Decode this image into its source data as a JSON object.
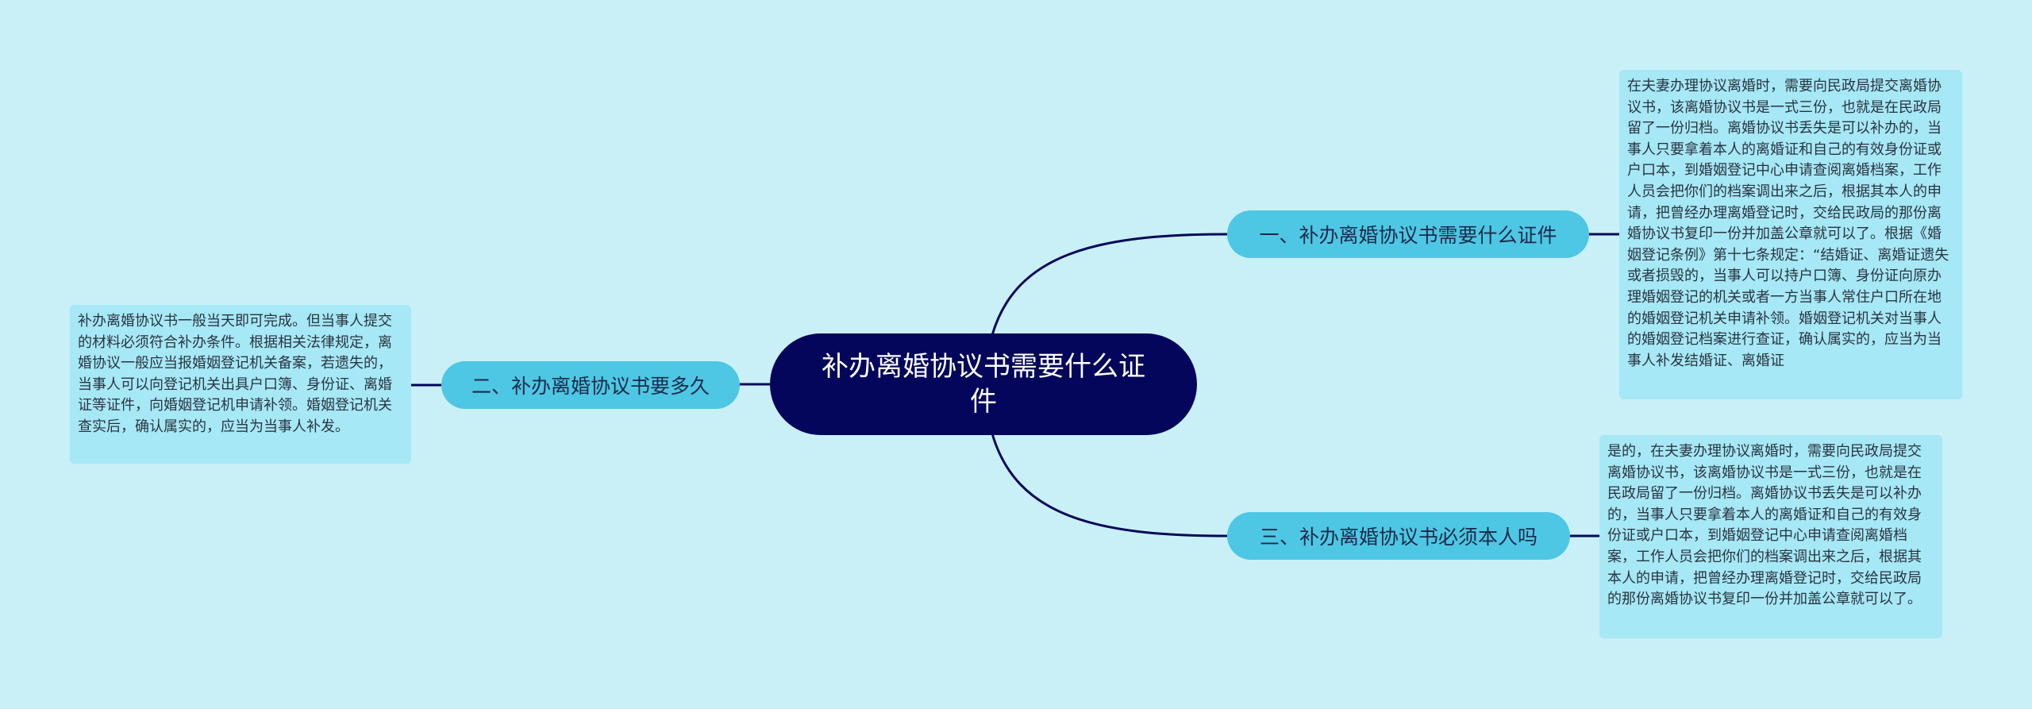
{
  "root": {
    "title": "补办离婚协议书需要什么证件"
  },
  "branches": [
    {
      "label": "一、补办离婚协议书需要什么证件"
    },
    {
      "label": "二、补办离婚协议书要多久"
    },
    {
      "label": "三、补办离婚协议书必须本人吗"
    }
  ],
  "notes": [
    {
      "text": "在夫妻办理协议离婚时，需要向民政局提交离婚协议书，该离婚协议书是一式三份，也就是在民政局留了一份归档。离婚协议书丢失是可以补办的，当事人只要拿着本人的离婚证和自己的有效身份证或户口本，到婚姻登记中心申请查阅离婚档案，工作人员会把你们的档案调出来之后，根据其本人的申请，把曾经办理离婚登记时，交给民政局的那份离婚协议书复印一份并加盖公章就可以了。根据《婚姻登记条例》第十七条规定：“结婚证、离婚证遗失或者损毁的，当事人可以持户口簿、身份证向原办理婚姻登记的机关或者一方当事人常住户口所在地的婚姻登记机关申请补领。婚姻登记机关对当事人的婚姻登记档案进行查证，确认属实的，应当为当事人补发结婚证、离婚证"
    },
    {
      "text": "补办离婚协议书一般当天即可完成。但当事人提交的材料必须符合补办条件。根据相关法律规定，离婚协议一般应当报婚姻登记机关备案，若遗失的，当事人可以向登记机关出具户口簿、身份证、离婚证等证件，向婚姻登记机申请补领。婚姻登记机关查实后，确认属实的，应当为当事人补发。"
    },
    {
      "text": "是的，在夫妻办理协议离婚时，需要向民政局提交离婚协议书，该离婚协议书是一式三份，也就是在民政局留了一份归档。离婚协议书丢失是可以补办的，当事人只要拿着本人的离婚证和自己的有效身份证或户口本，到婚姻登记中心申请查阅离婚档案，工作人员会把你们的档案调出来之后，根据其本人的申请，把曾经办理离婚登记时，交给民政局的那份离婚协议书复印一份并加盖公章就可以了。"
    }
  ],
  "colors": {
    "background": "#c9f0f6",
    "root_fill": "#03065a",
    "branch_fill": "#4dc7e4",
    "note_fill": "#a6e8f5",
    "link_stroke": "#03065a"
  }
}
